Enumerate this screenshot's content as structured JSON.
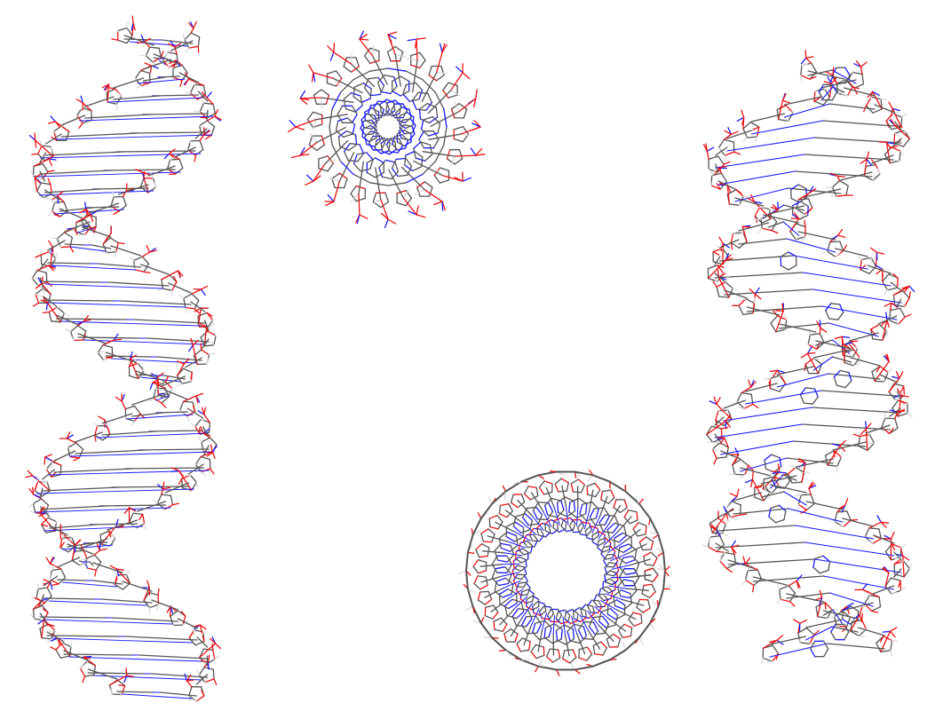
{
  "atom_colors": {
    "carbon": "#555555",
    "hydrogen": "#d9d9d9",
    "nitrogen": "#1a1aff",
    "oxygen": "#ee1111"
  },
  "background": "#ffffff",
  "models": [
    {
      "id": "b-dna-side-view",
      "kind": "double-helix"
    },
    {
      "id": "b-dna-top-view",
      "kind": "axial-view"
    },
    {
      "id": "a-dna-top-view",
      "kind": "axial-view"
    },
    {
      "id": "a-dna-side-view",
      "kind": "double-helix"
    }
  ]
}
